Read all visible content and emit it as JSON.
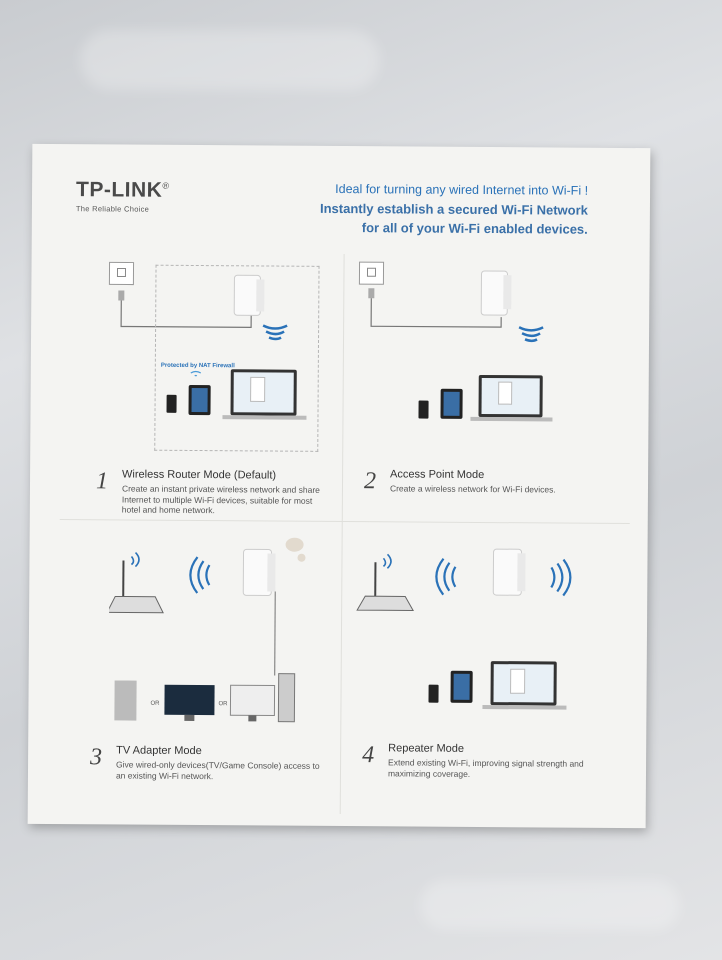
{
  "brand": {
    "logo": "TP-LINK",
    "registered": "®",
    "tagline": "The Reliable Choice"
  },
  "headline": {
    "line1": "Ideal for turning any wired Internet into Wi-Fi !",
    "line2": "Instantly establish a secured Wi-Fi Network",
    "line3": "for all of your Wi-Fi enabled devices."
  },
  "panel1": {
    "nat_label": "Protected by NAT Firewall"
  },
  "panel3": {
    "or_label": "OR"
  },
  "modes": [
    {
      "number": "1",
      "title": "Wireless Router Mode (Default)",
      "desc": "Create an instant private wireless network and share Internet to multiple Wi-Fi devices, suitable for most hotel and home network."
    },
    {
      "number": "2",
      "title": "Access Point Mode",
      "desc": "Create a wireless network for Wi-Fi devices."
    },
    {
      "number": "3",
      "title": "TV Adapter Mode",
      "desc": "Give wired-only devices(TV/Game Console) access to an existing Wi-Fi network."
    },
    {
      "number": "4",
      "title": "Repeater Mode",
      "desc": "Extend existing Wi-Fi, improving signal strength and maximizing coverage."
    }
  ],
  "colors": {
    "accent": "#2a72b8",
    "box": "#f4f4f2",
    "text": "#444444"
  }
}
